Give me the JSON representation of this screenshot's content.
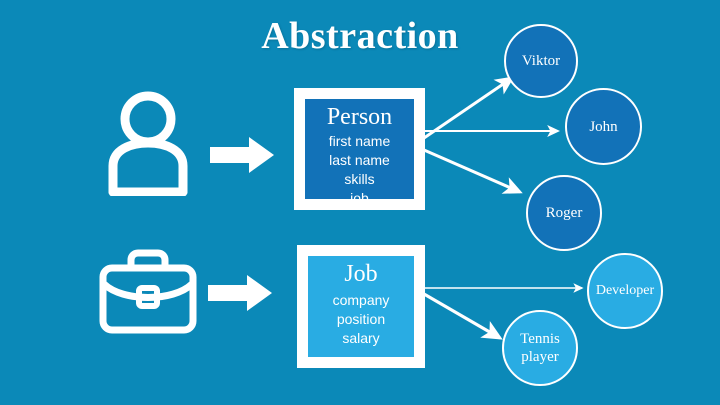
{
  "page": {
    "title": "Abstraction",
    "background_color": "#0b89b8",
    "accent_dark": "#1272b8",
    "accent_light": "#29ace3",
    "line_color": "#ffffff"
  },
  "icons": {
    "person": "person-icon",
    "briefcase": "briefcase-icon",
    "arrow_person": "block-arrow-right-icon",
    "arrow_job": "block-arrow-right-icon"
  },
  "classes": [
    {
      "id": "person",
      "name": "Person",
      "fill": "#1272b8",
      "attributes": [
        "first name",
        "last name",
        "skills",
        "job"
      ]
    },
    {
      "id": "job",
      "name": "Job",
      "fill": "#29ace3",
      "attributes": [
        "company",
        "position",
        "salary"
      ]
    }
  ],
  "instances": [
    {
      "id": "viktor",
      "label": "Viktor",
      "of": "Person",
      "fill": "#1272b8"
    },
    {
      "id": "john",
      "label": "John",
      "of": "Person",
      "fill": "#1272b8"
    },
    {
      "id": "roger",
      "label": "Roger",
      "of": "Person",
      "fill": "#1272b8"
    },
    {
      "id": "developer",
      "label": "Developer",
      "of": "Job",
      "fill": "#29ace3"
    },
    {
      "id": "tennis",
      "label": "Tennis player",
      "of": "Job",
      "fill": "#29ace3"
    }
  ],
  "connections": [
    {
      "from": "person-icon",
      "to": "Person",
      "style": "block-arrow"
    },
    {
      "from": "briefcase-icon",
      "to": "Job",
      "style": "block-arrow"
    },
    {
      "from": "Person",
      "to": "Viktor",
      "style": "thin-arrow"
    },
    {
      "from": "Person",
      "to": "John",
      "style": "thin-arrow"
    },
    {
      "from": "Person",
      "to": "Roger",
      "style": "thin-arrow"
    },
    {
      "from": "Job",
      "to": "Developer",
      "style": "thin-arrow"
    },
    {
      "from": "Job",
      "to": "Tennis player",
      "style": "thin-arrow"
    }
  ]
}
